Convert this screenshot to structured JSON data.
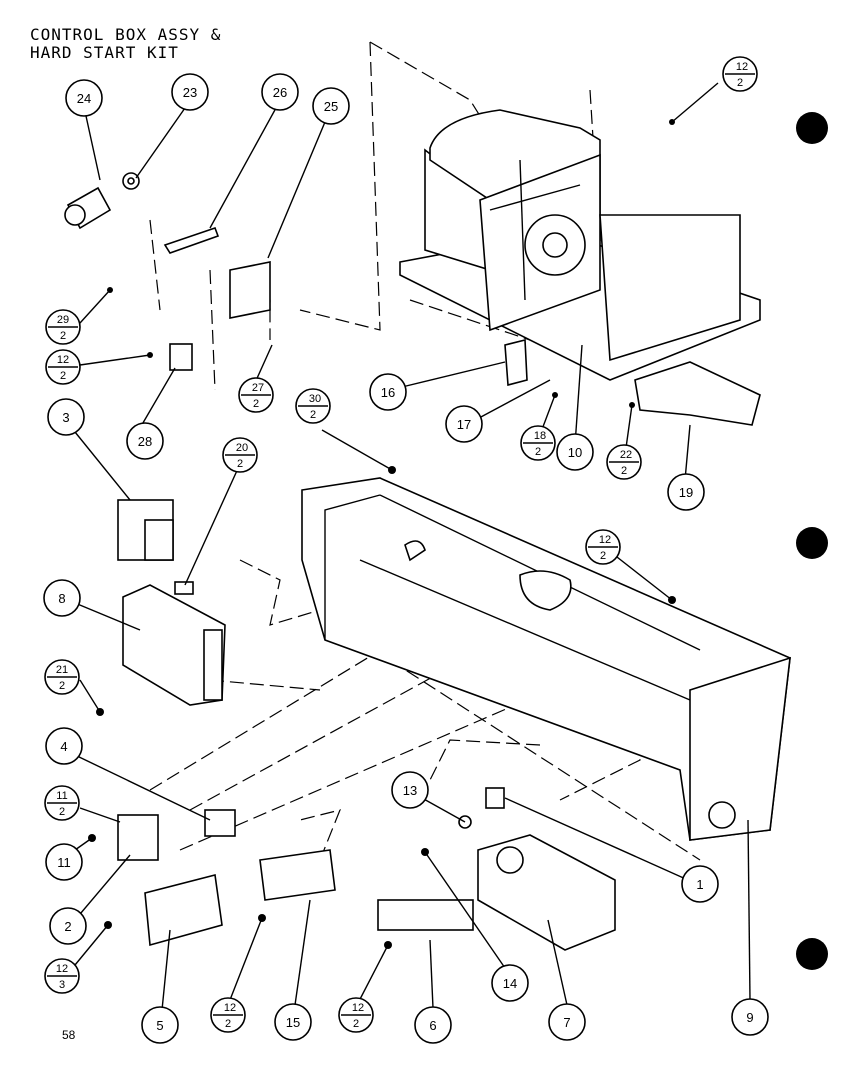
{
  "title": {
    "line1": "CONTROL BOX ASSY &",
    "line2": "HARD START KIT"
  },
  "page_number": "58",
  "callouts": [
    {
      "id": "c24",
      "label": "24"
    },
    {
      "id": "c23",
      "label": "23"
    },
    {
      "id": "c26",
      "label": "26"
    },
    {
      "id": "c25",
      "label": "25"
    },
    {
      "id": "c28",
      "label": "28"
    },
    {
      "id": "c3",
      "label": "3"
    },
    {
      "id": "c8",
      "label": "8"
    },
    {
      "id": "c4",
      "label": "4"
    },
    {
      "id": "c11",
      "label": "11"
    },
    {
      "id": "c2",
      "label": "2"
    },
    {
      "id": "c5",
      "label": "5"
    },
    {
      "id": "c15",
      "label": "15"
    },
    {
      "id": "c6",
      "label": "6"
    },
    {
      "id": "c7",
      "label": "7"
    },
    {
      "id": "c9",
      "label": "9"
    },
    {
      "id": "c14",
      "label": "14"
    },
    {
      "id": "c13",
      "label": "13"
    },
    {
      "id": "c1",
      "label": "1"
    },
    {
      "id": "c16",
      "label": "16"
    },
    {
      "id": "c17",
      "label": "17"
    },
    {
      "id": "c10",
      "label": "10"
    },
    {
      "id": "c19",
      "label": "19"
    }
  ],
  "fraction_callouts": [
    {
      "id": "f12a",
      "num": "12",
      "den": "2"
    },
    {
      "id": "f29",
      "num": "29",
      "den": "2"
    },
    {
      "id": "f12b",
      "num": "12",
      "den": "2"
    },
    {
      "id": "f27",
      "num": "27",
      "den": "2"
    },
    {
      "id": "f30",
      "num": "30",
      "den": "2"
    },
    {
      "id": "f20",
      "num": "20",
      "den": "2"
    },
    {
      "id": "f21",
      "num": "21",
      "den": "2"
    },
    {
      "id": "f11",
      "num": "11",
      "den": "2"
    },
    {
      "id": "f12c",
      "num": "12",
      "den": "3"
    },
    {
      "id": "f12d",
      "num": "12",
      "den": "2"
    },
    {
      "id": "f12e",
      "num": "12",
      "den": "2"
    },
    {
      "id": "f18",
      "num": "18",
      "den": "2"
    },
    {
      "id": "f22",
      "num": "22",
      "den": "2"
    },
    {
      "id": "f12f",
      "num": "12",
      "den": "2"
    }
  ]
}
